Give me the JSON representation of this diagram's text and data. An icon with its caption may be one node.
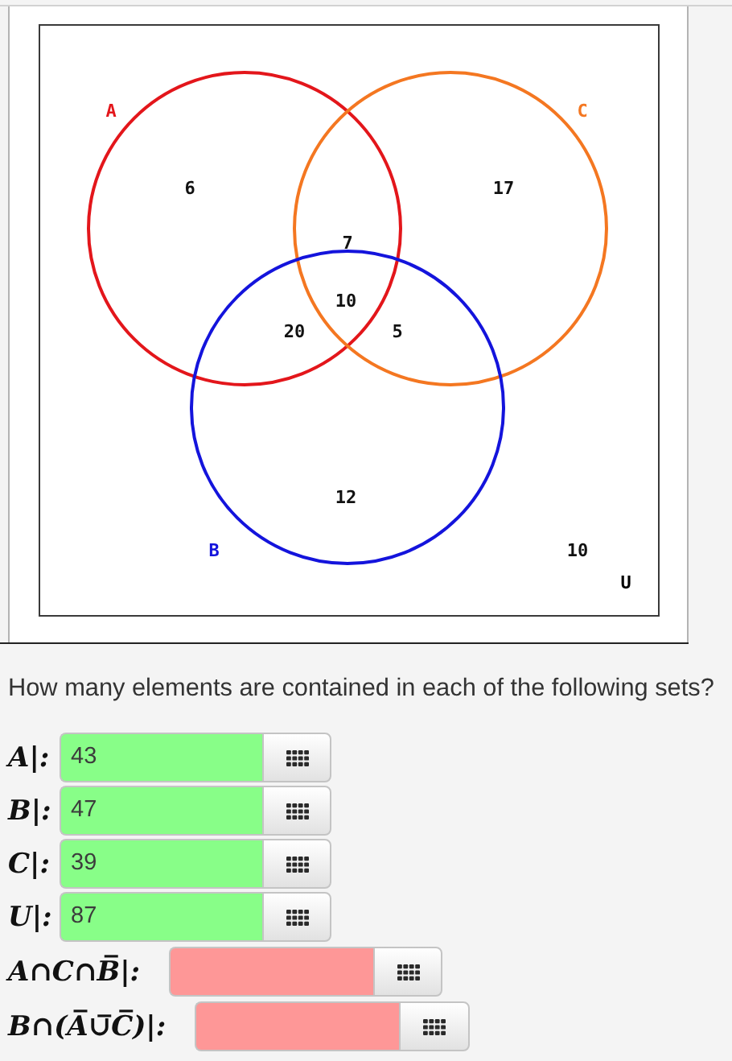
{
  "diagram": {
    "nodes": [
      {
        "text": [
          "U"
        ]
      },
      {
        "text": [
          "A"
        ],
        "in": 0
      },
      {
        "text": [
          "C"
        ],
        "in": 0
      },
      {
        "text": [
          "B"
        ],
        "in": 0
      }
    ],
    "labels": [
      "6",
      "17",
      "7",
      "10",
      "20",
      "5",
      "12",
      "10",
      "How many elements are contained in each of the following sets?",
      "A|:",
      "43",
      "B|:",
      "47",
      "C|:",
      "39",
      "U|:",
      "87",
      "A∩C∩B̅|:",
      "B∩(A̅∪̅C̅)|:"
    ]
  }
}
